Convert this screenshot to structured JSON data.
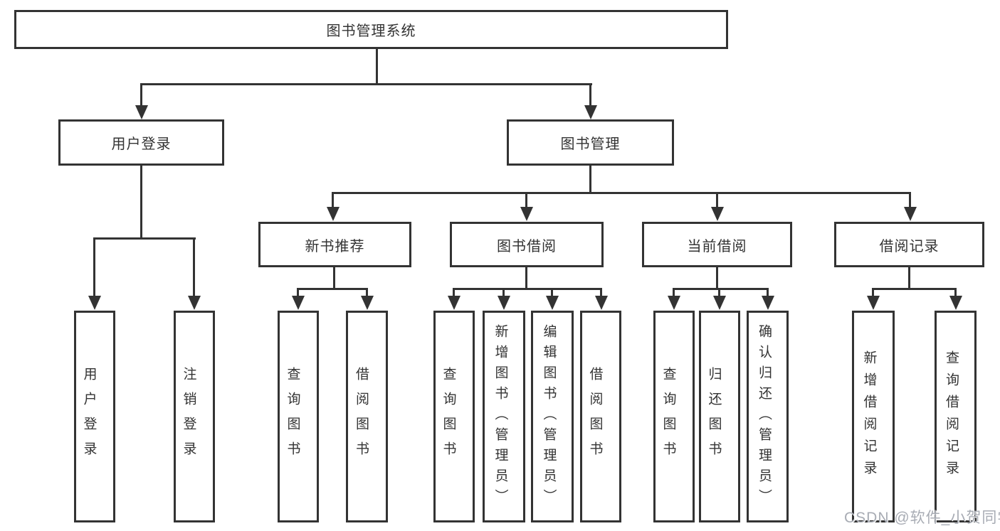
{
  "diagram": {
    "root": {
      "label": "图书管理系统"
    },
    "user": {
      "label": "用户登录",
      "children": [
        "用户登录",
        "注销登录"
      ]
    },
    "mgmt": {
      "label": "图书管理",
      "groups": [
        {
          "label": "新书推荐",
          "children": [
            "查询图书",
            "借阅图书"
          ]
        },
        {
          "label": "图书借阅",
          "children": [
            "查询图书",
            "新增图书（管理员）",
            "编辑图书（管理员）",
            "借阅图书"
          ]
        },
        {
          "label": "当前借阅",
          "children": [
            "查询图书",
            "归还图书",
            "确认归还（管理员）"
          ]
        },
        {
          "label": "借阅记录",
          "children": [
            "新增借阅记录",
            "查询借阅记录"
          ]
        }
      ]
    }
  },
  "watermark": {
    "text": "CSDN @软件_小贺同学"
  },
  "colors": {
    "line": "#333333",
    "background": "#ffffff",
    "watermark": "#a8acb4"
  }
}
